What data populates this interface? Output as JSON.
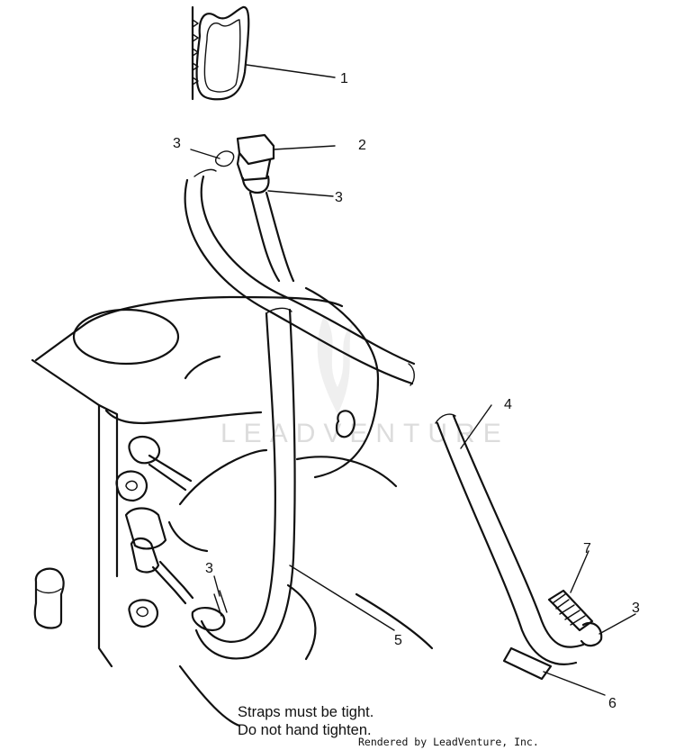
{
  "callouts": [
    {
      "id": "1",
      "label": "1"
    },
    {
      "id": "2",
      "label": "2"
    },
    {
      "id": "3a",
      "label": "3"
    },
    {
      "id": "3b",
      "label": "3"
    },
    {
      "id": "4",
      "label": "4"
    },
    {
      "id": "3c",
      "label": "3"
    },
    {
      "id": "5",
      "label": "5"
    },
    {
      "id": "7",
      "label": "7"
    },
    {
      "id": "3d",
      "label": "3"
    },
    {
      "id": "6",
      "label": "6"
    }
  ],
  "note": {
    "line1": "Straps must be tight.",
    "line2": "Do not hand tighten."
  },
  "watermark": {
    "text": "LEADVENTURE"
  },
  "footer": {
    "credit": "Rendered by LeadVenture, Inc."
  }
}
